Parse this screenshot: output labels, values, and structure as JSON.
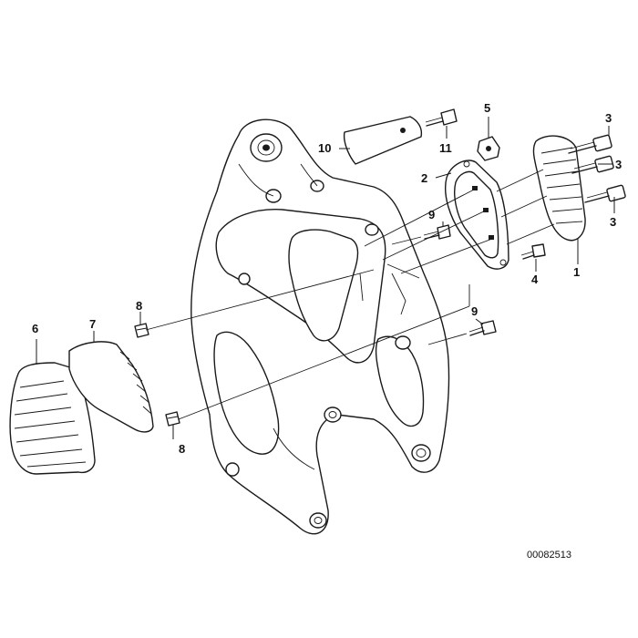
{
  "callouts": {
    "c1": "1",
    "c2": "2",
    "c3a": "3",
    "c3b": "3",
    "c3c": "3",
    "c4": "4",
    "c5": "5",
    "c6": "6",
    "c7": "7",
    "c8a": "8",
    "c8b": "8",
    "c9a": "9",
    "c9b": "9",
    "c10": "10",
    "c11": "11"
  },
  "reference_number": "00082513"
}
